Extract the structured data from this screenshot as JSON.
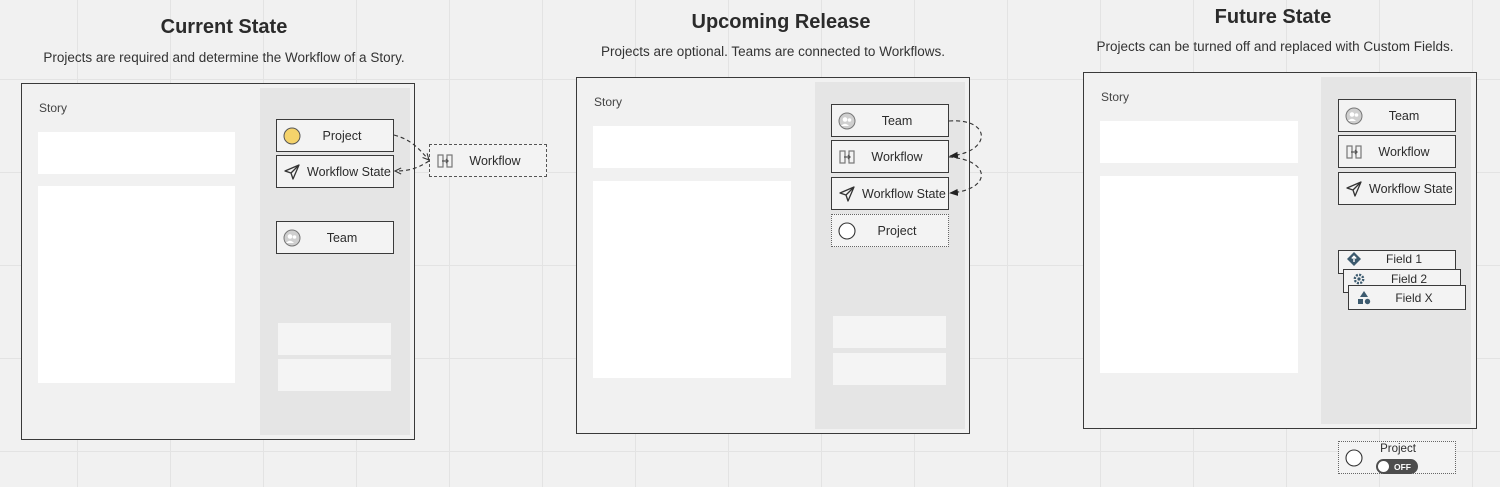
{
  "panels": [
    {
      "title": "Current State",
      "subtitle": "Projects are required and determine the Workflow of a Story.",
      "story_label": "Story",
      "fields": {
        "project": "Project",
        "workflow_state": "Workflow State",
        "team": "Team",
        "external_workflow": "Workflow"
      }
    },
    {
      "title": "Upcoming Release",
      "subtitle": "Projects are optional. Teams are connected to Workflows.",
      "story_label": "Story",
      "fields": {
        "team": "Team",
        "workflow": "Workflow",
        "workflow_state": "Workflow State",
        "project": "Project"
      }
    },
    {
      "title": "Future State",
      "subtitle": "Projects can be turned off and replaced with Custom Fields.",
      "story_label": "Story",
      "fields": {
        "team": "Team",
        "workflow": "Workflow",
        "workflow_state": "Workflow State",
        "field_1": "Field 1",
        "field_2": "Field 2",
        "field_x": "Field X",
        "project": "Project",
        "toggle": "OFF"
      }
    }
  ],
  "colors": {
    "project_dot": "#f5d36b",
    "frame": "#3a3a3a",
    "sidebar": "#e5e5e5",
    "toggle": "#4d4d4d"
  },
  "icons": {
    "project": "circle-icon",
    "workflow_state": "paper-plane-icon",
    "team": "team-avatar-icon",
    "workflow": "workflow-icon",
    "field_1": "diamond-arrow-icon",
    "field_2": "gear-icon",
    "field_x": "shapes-icon"
  }
}
